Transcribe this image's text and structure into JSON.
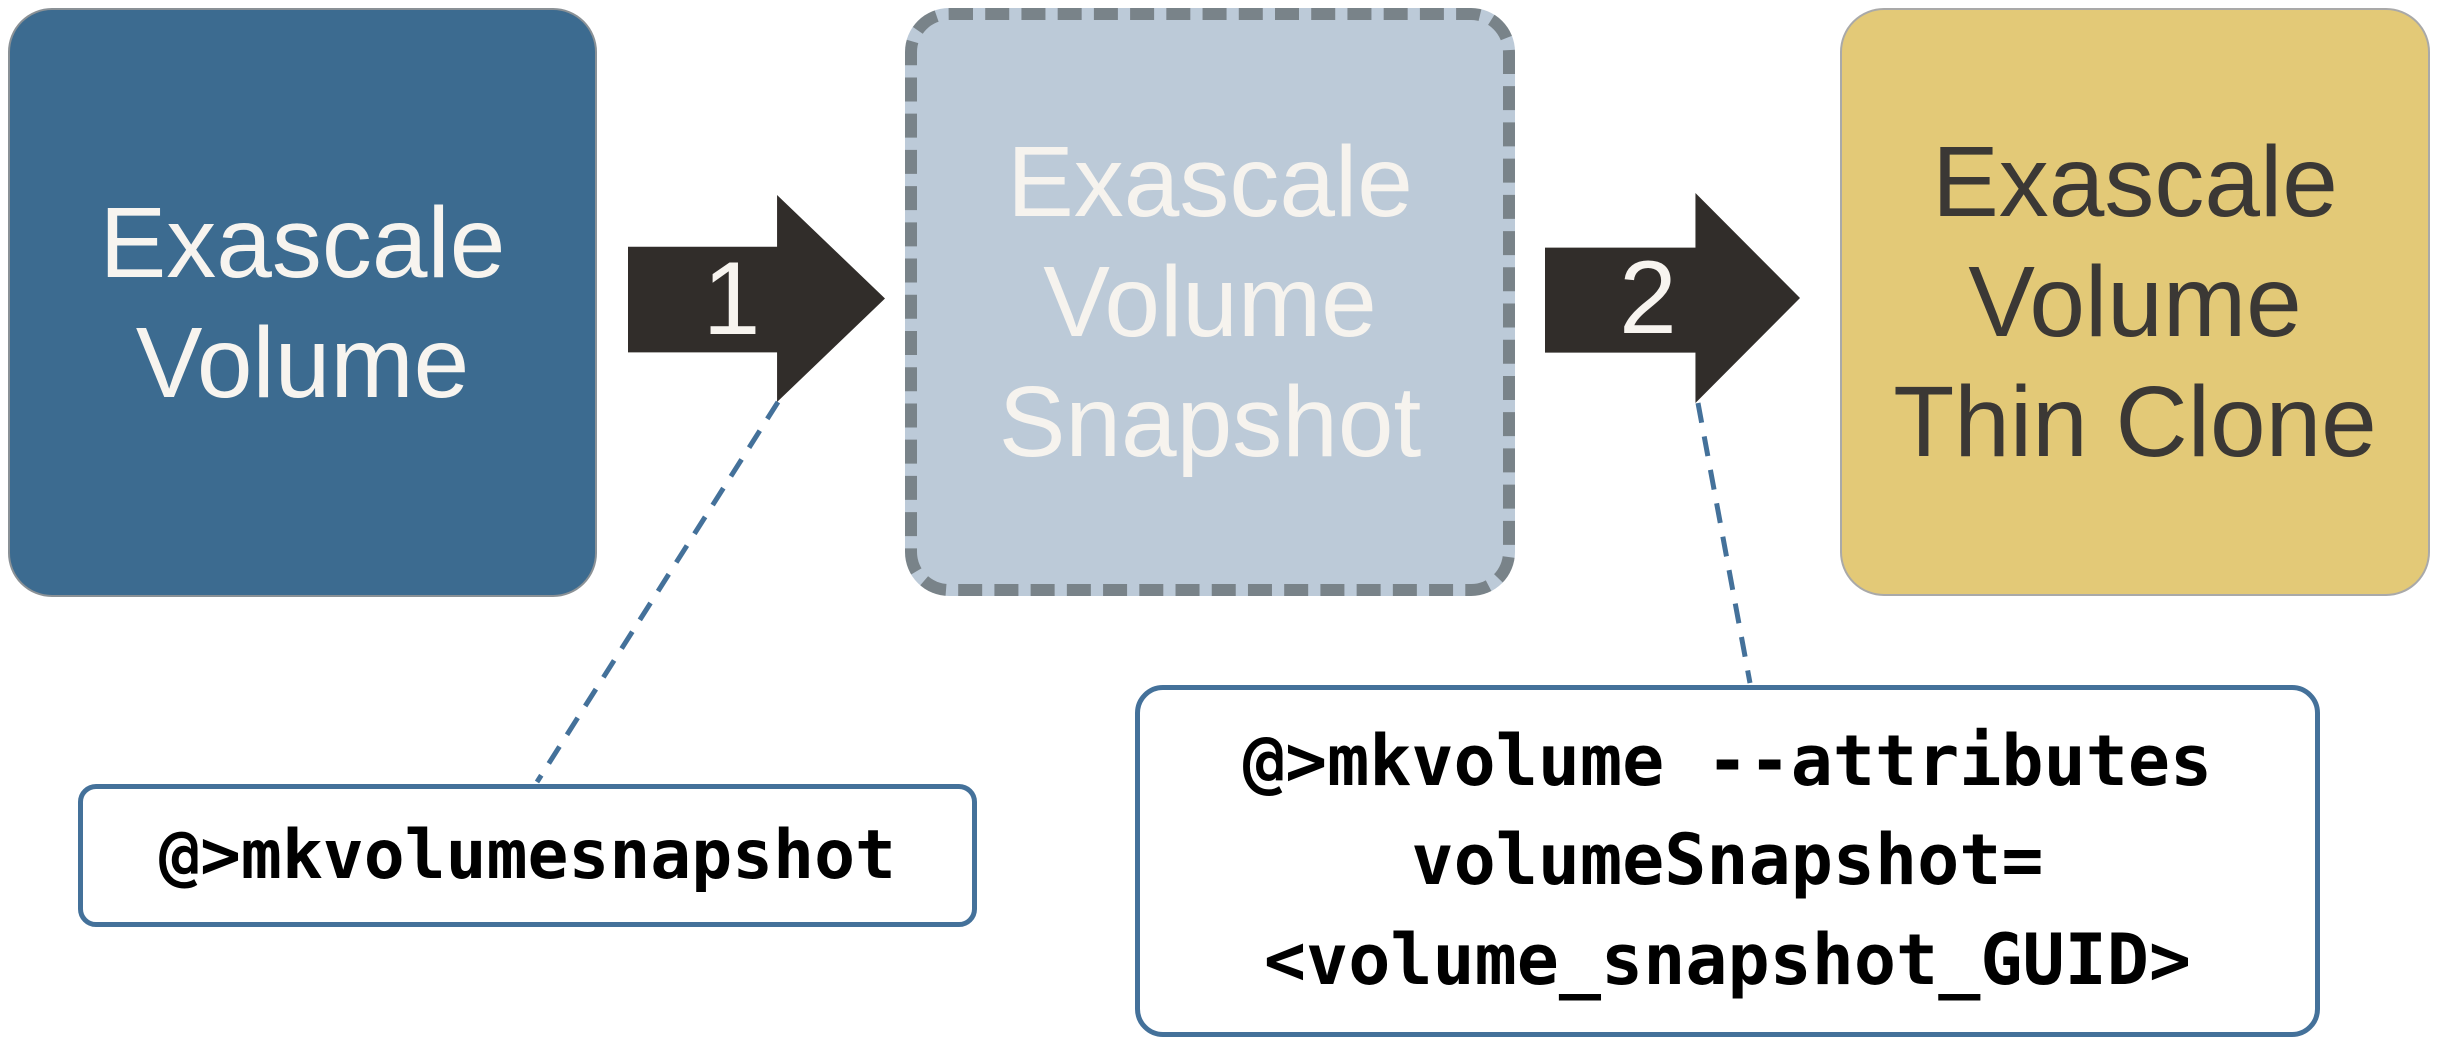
{
  "diagram": {
    "title": "Exascale volume thin clone creation flow",
    "nodes": [
      {
        "id": "exascale-volume",
        "lines": [
          "Exascale",
          "Volume"
        ],
        "fill": "#3C6B90",
        "text_color": "#F7F4EF",
        "border_style": "solid"
      },
      {
        "id": "exascale-volume-snapshot",
        "lines": [
          "Exascale",
          "Volume",
          "Snapshot"
        ],
        "fill": "#BCCAD8",
        "text_color": "#F6F3EE",
        "border_style": "dashed",
        "border_color": "#798389"
      },
      {
        "id": "exascale-volume-thin-clone",
        "lines": [
          "Exascale",
          "Volume",
          "Thin Clone"
        ],
        "fill": "#E3C977",
        "text_color": "#3B3835",
        "border_style": "solid"
      }
    ],
    "arrows": [
      {
        "label": "1",
        "fill": "#312D2A",
        "text_color": "#F7F4EF"
      },
      {
        "label": "2",
        "fill": "#312D2A",
        "text_color": "#F7F4EF"
      }
    ],
    "callouts": [
      {
        "for_step": "1",
        "lines": [
          "@>mkvolumesnapshot"
        ],
        "border_color": "#44719A",
        "text_color": "#000000"
      },
      {
        "for_step": "2",
        "lines": [
          "@>mkvolume --attributes",
          "volumeSnapshot=",
          "<volume_snapshot_GUID>"
        ],
        "border_color": "#44719A",
        "text_color": "#000000"
      }
    ],
    "connector_color": "#44719A"
  }
}
